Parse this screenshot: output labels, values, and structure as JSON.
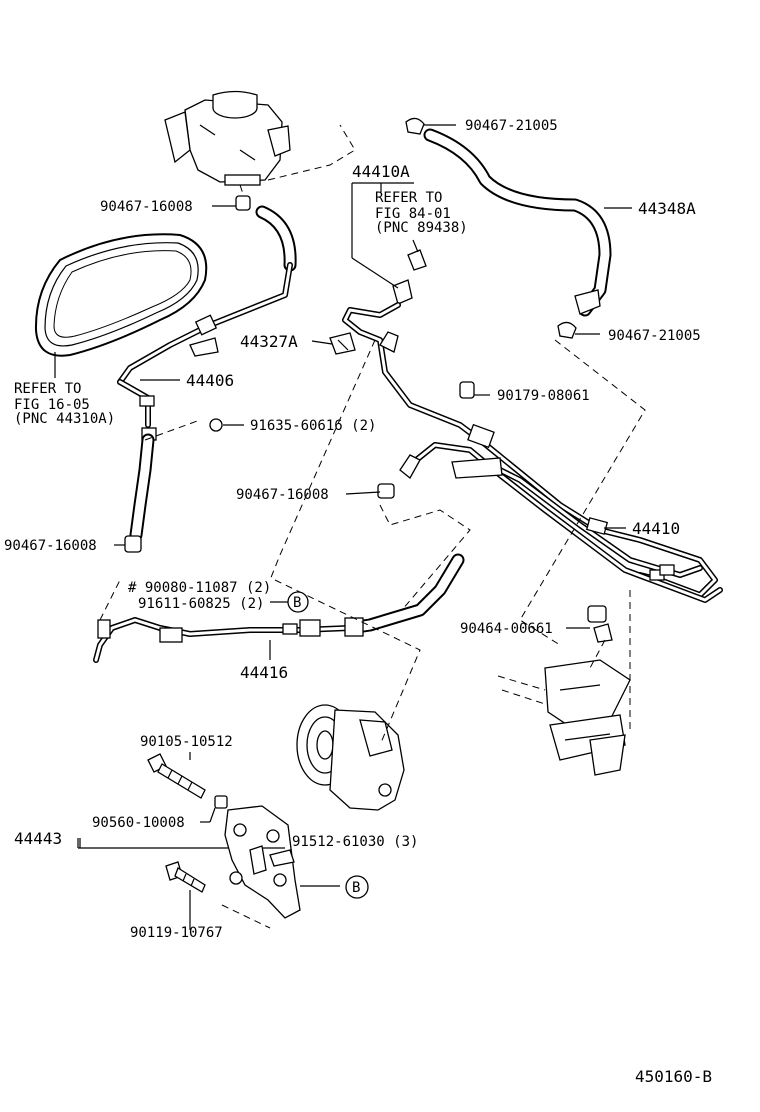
{
  "diagram_id": "450160-B",
  "labels": {
    "l_90467_21005_top": "90467-21005",
    "l_44410A": "44410A",
    "l_refer84_1": "REFER TO",
    "l_refer84_2": "FIG 84-01",
    "l_refer84_3": "(PNC 89438)",
    "l_44348A": "44348A",
    "l_90467_16008_top": "90467-16008",
    "l_90467_21005_mid": "90467-21005",
    "l_44327A": "44327A",
    "l_44406": "44406",
    "l_refer16_1": "REFER TO",
    "l_refer16_2": "FIG 16-05",
    "l_refer16_3": "(PNC 44310A)",
    "l_90179_08061": "90179-08061",
    "l_91635": "91635-60616 (2)",
    "l_90467_16008_mid": "90467-16008",
    "l_44410": "44410",
    "l_90467_16008_left": "90467-16008",
    "l_90080": "# 90080-11087 (2)",
    "l_91611": "91611-60825 (2)",
    "l_marker_b1": "B",
    "l_90464": "90464-00661",
    "l_44416": "44416",
    "l_90105": "90105-10512",
    "l_44443": "44443",
    "l_90560": "90560-10008",
    "l_91512": "91512-61030 (3)",
    "l_marker_b2": "B",
    "l_90119": "90119-10767"
  }
}
